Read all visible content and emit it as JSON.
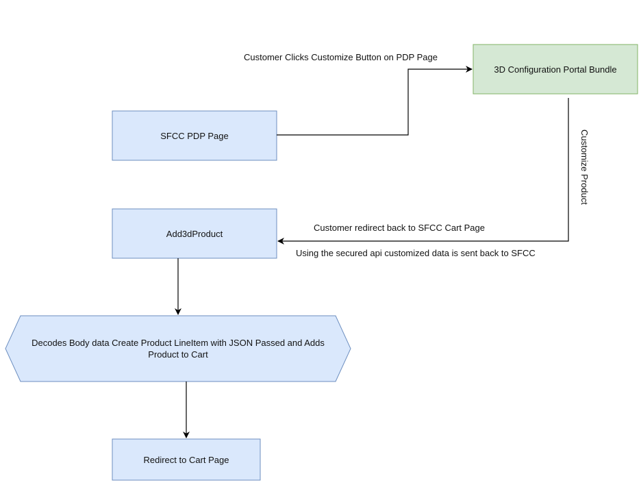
{
  "colors": {
    "blue_fill": "#dae8fc",
    "blue_stroke": "#6c8ebf",
    "green_fill": "#d5e8d4",
    "green_stroke": "#82b366",
    "edge": "#000000"
  },
  "nodes": {
    "sfcc_pdp": "SFCC PDP Page",
    "portal": "3D Configuration Portal Bundle",
    "add3d": "Add3dProduct",
    "decode": "Decodes Body data Create Product LineItem with JSON Passed and Adds Product to Cart",
    "redirect": "Redirect to Cart Page"
  },
  "edges": {
    "pdp_to_portal": "Customer Clicks Customize Button on PDP Page",
    "customize": "Customize Product",
    "redirect_back": "Customer redirect back to SFCC Cart Page",
    "secured_api": "Using the secured api customized data is sent back to SFCC"
  }
}
